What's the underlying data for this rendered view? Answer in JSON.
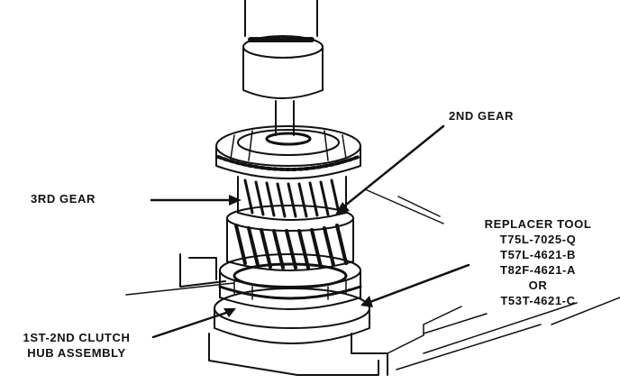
{
  "labels": {
    "second_gear": "2ND GEAR",
    "third_gear": "3RD GEAR",
    "replacer_tool": {
      "title": "REPLACER TOOL",
      "part_1": "T75L-7025-Q",
      "part_2": "T57L-4621-B",
      "part_3": "T82F-4621-A",
      "or": "OR",
      "part_4": "T53T-4621-C"
    },
    "clutch_hub": {
      "line_1": "1ST-2ND CLUTCH",
      "line_2": "HUB ASSEMBLY"
    }
  },
  "colors": {
    "ink": "#111111",
    "paper": "#ffffff"
  }
}
